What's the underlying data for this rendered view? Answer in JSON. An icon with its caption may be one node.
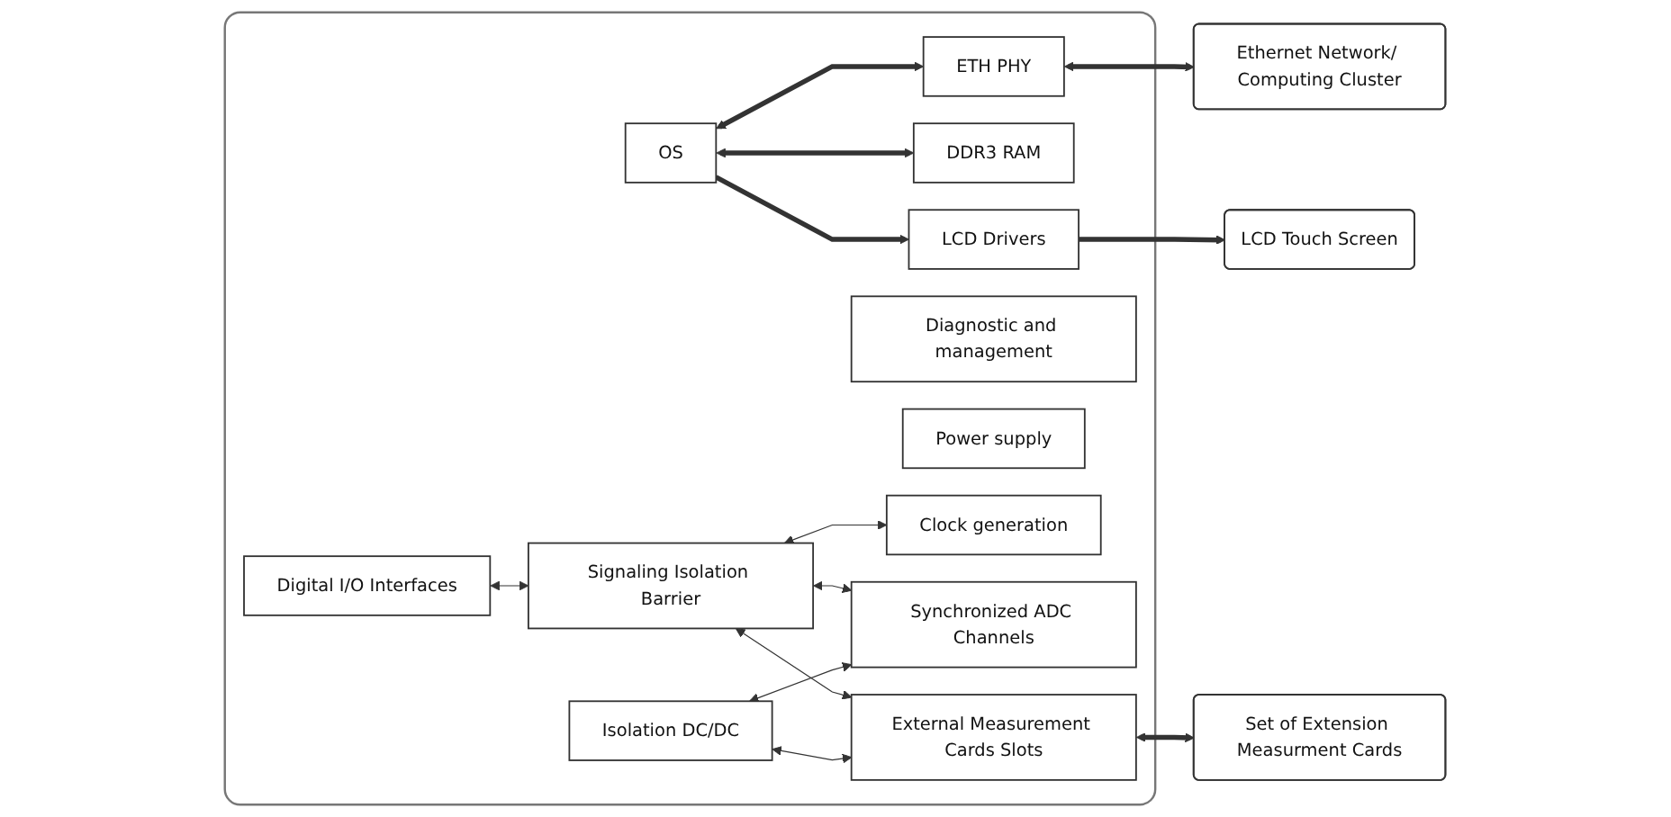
{
  "diagram": {
    "nodes": [
      {
        "text": [
          "LCD Touch Screen"
        ]
      },
      {
        "text": [],
        "shape": "box"
      },
      {
        "text": [
          "LCD Drivers"
        ],
        "in": 1
      },
      {
        "text": [
          "OS"
        ],
        "in": 1
      },
      {
        "text": [
          "DDR3 RAM"
        ],
        "in": 1
      },
      {
        "text": [
          "ETH PHY"
        ],
        "in": 1
      },
      {
        "text": [
          "Ethernet Network/ Computing Cluster"
        ]
      },
      {
        "text": [
          "Diagnostic and management"
        ],
        "in": 1
      },
      {
        "text": [
          "Digital I/O Interfaces"
        ],
        "in": 1
      },
      {
        "text": [
          "Power supply"
        ],
        "in": 1
      },
      {
        "text": [
          "Signaling Isolation Barrier"
        ],
        "in": 1
      },
      {
        "text": [
          "Isolation DC/DC"
        ],
        "in": 1
      },
      {
        "text": [
          "Clock generation"
        ],
        "in": 1
      },
      {
        "text": [
          "Synchronized ADC Channels"
        ],
        "in": 1
      },
      {
        "text": [
          "External Measurement Cards Slots"
        ],
        "in": 1
      },
      {
        "text": [
          "Set of Extension Measurment Cards"
        ]
      }
    ],
    "edges": [
      {
        "from": 3,
        "to": 2,
        "arrow": "to",
        "style": "thick"
      },
      {
        "from": 2,
        "to": 0,
        "arrow": "to",
        "style": "thick"
      },
      {
        "from": 3,
        "to": 4,
        "arrow": "both",
        "style": "thick"
      },
      {
        "from": 3,
        "to": 5,
        "arrow": "both",
        "style": "thick"
      },
      {
        "from": 5,
        "to": 6,
        "arrow": "both",
        "style": "thick"
      },
      {
        "from": 8,
        "to": 10,
        "arrow": "both"
      },
      {
        "from": 10,
        "to": 12,
        "arrow": "both"
      },
      {
        "from": 10,
        "to": 14,
        "arrow": "both"
      },
      {
        "from": 10,
        "to": 13,
        "arrow": "both"
      },
      {
        "from": 11,
        "to": 13,
        "arrow": "both"
      },
      {
        "from": 11,
        "to": 14,
        "arrow": "both"
      },
      {
        "from": 14,
        "to": 15,
        "arrow": "both",
        "style": "thick"
      }
    ]
  }
}
